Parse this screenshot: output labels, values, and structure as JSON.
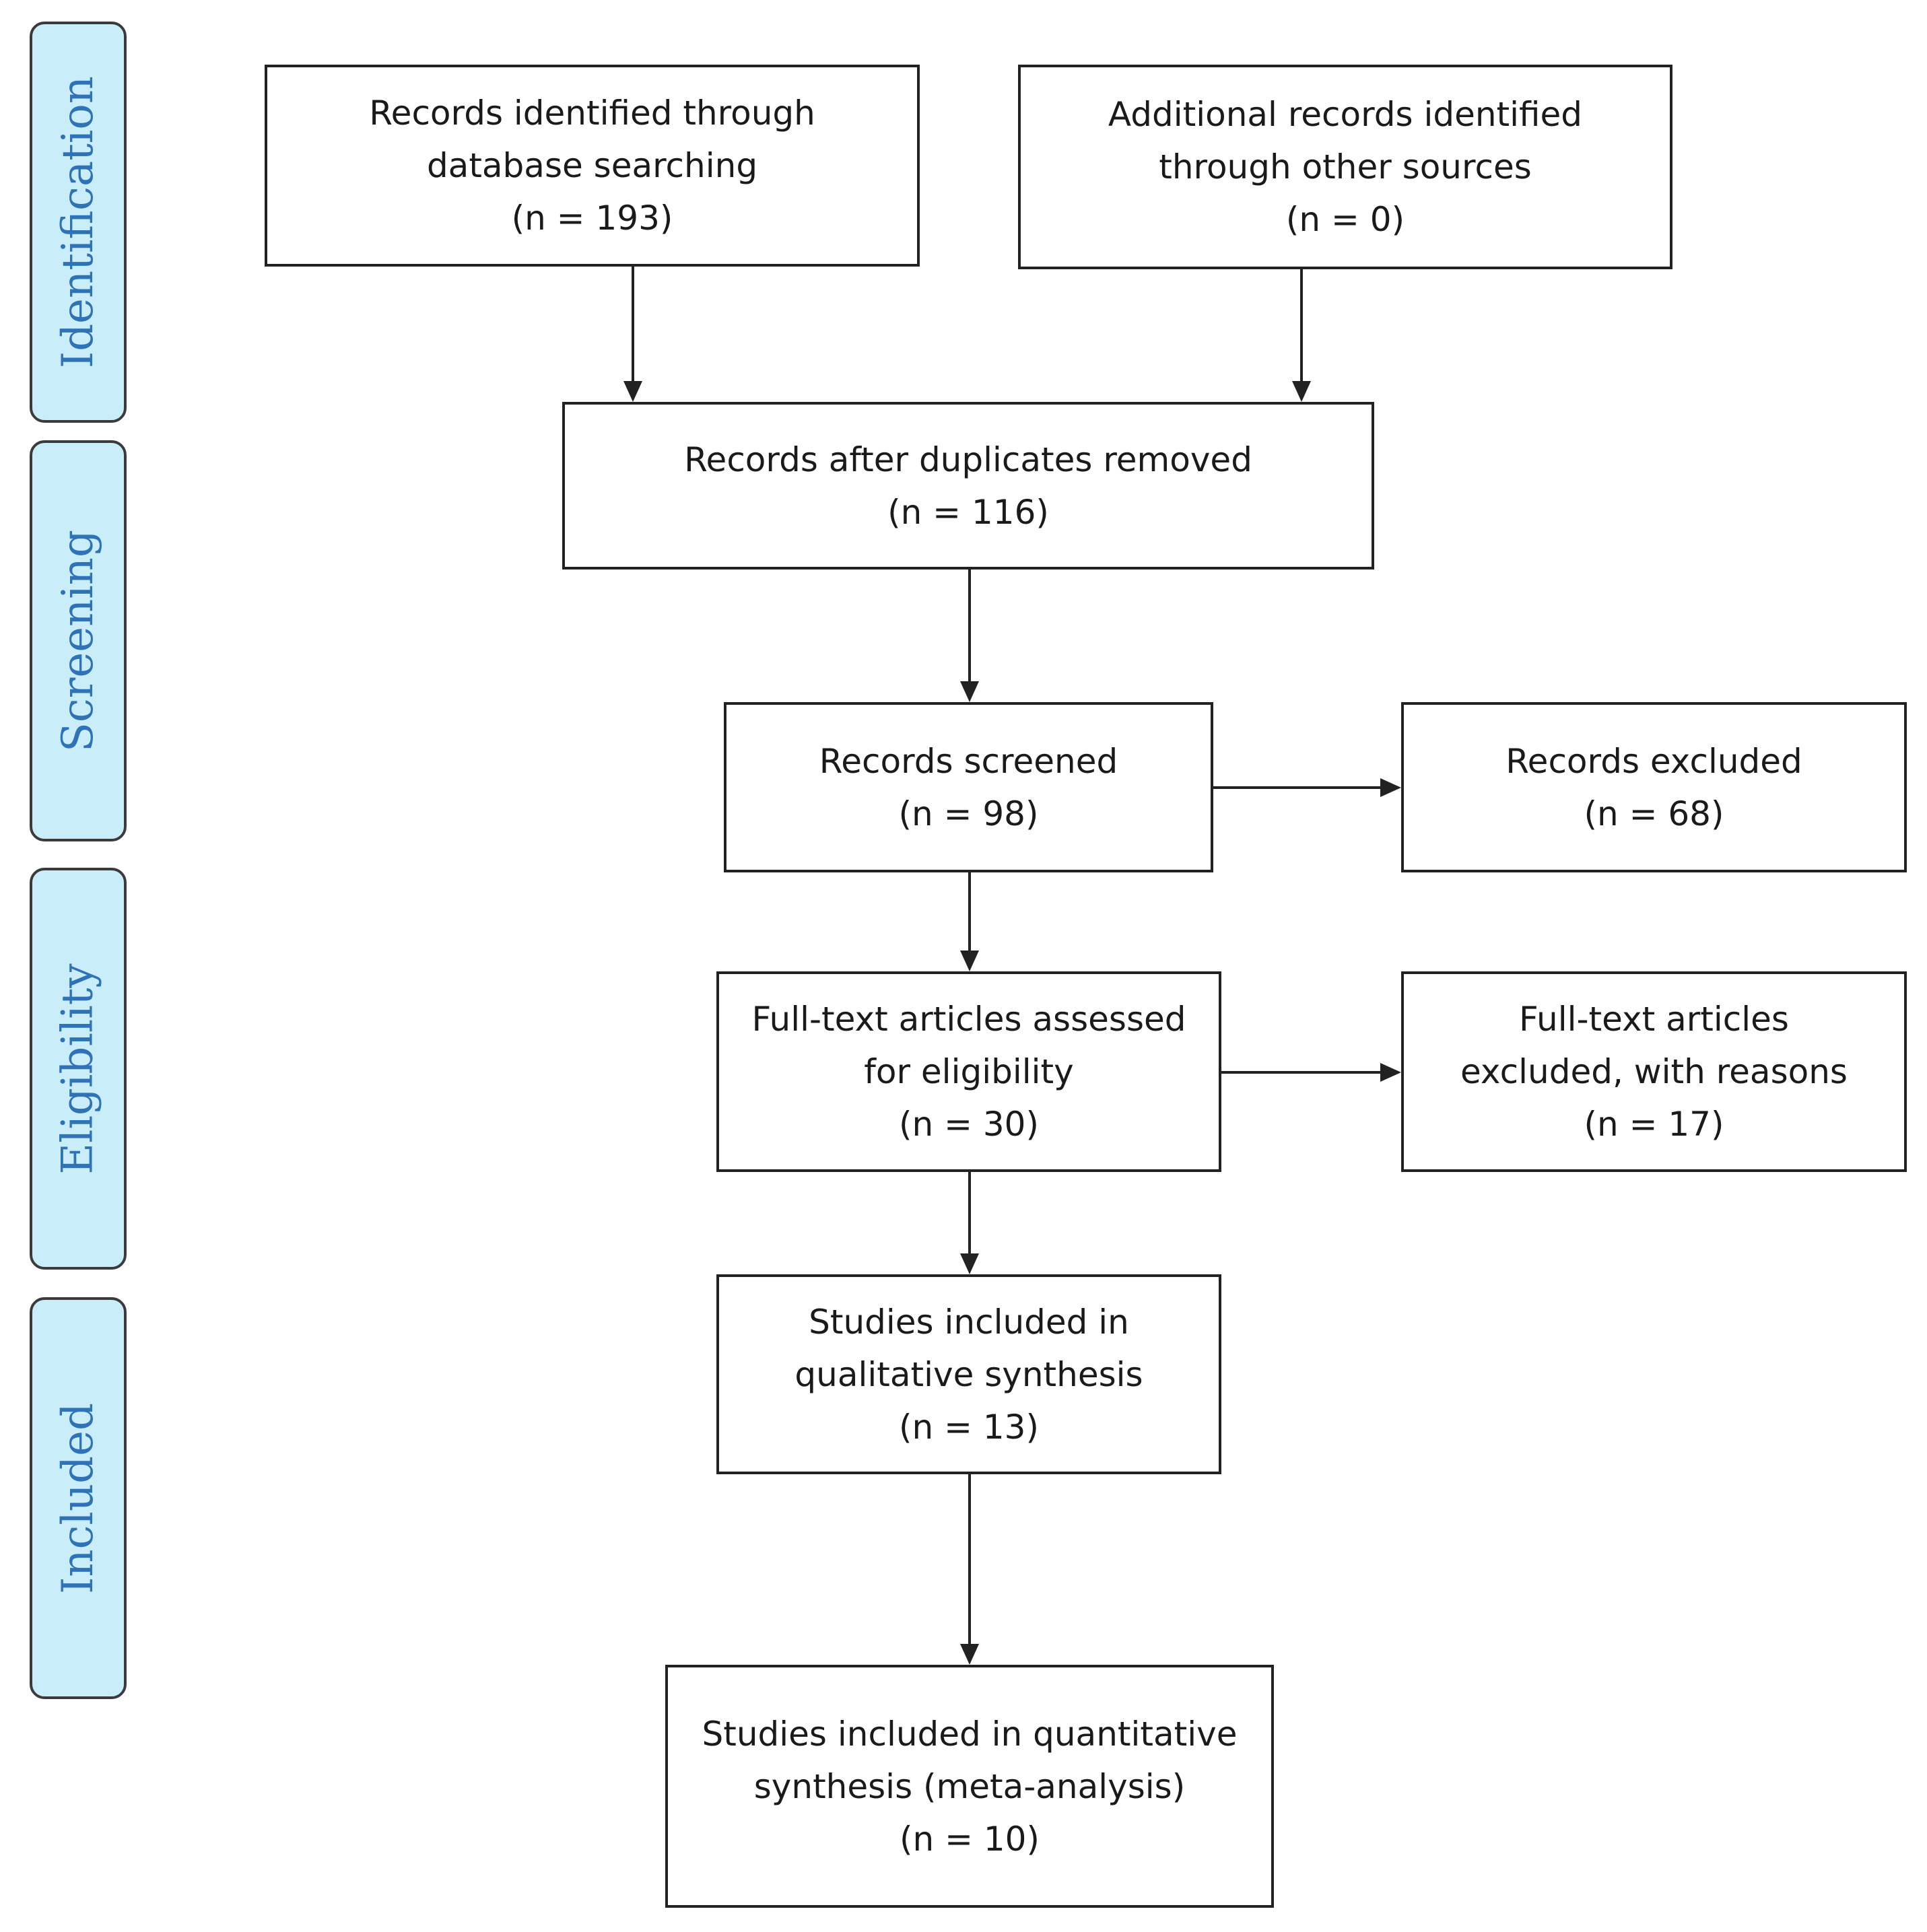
{
  "phases": {
    "identification": "Identification",
    "screening": "Screening",
    "eligibility": "Eligibility",
    "included": "Included"
  },
  "boxes": {
    "database_search": {
      "line1": "Records identified through",
      "line2": "database searching",
      "count": "(n = 193)"
    },
    "other_sources": {
      "line1": "Additional records identified",
      "line2": "through other sources",
      "count": "(n = 0)"
    },
    "duplicates_removed": {
      "line1": "Records after duplicates removed",
      "count": "(n = 116)"
    },
    "screened": {
      "line1": "Records screened",
      "count": "(n = 98)"
    },
    "excluded": {
      "line1": "Records excluded",
      "count": "(n = 68)"
    },
    "fulltext_assessed": {
      "line1": "Full-text articles assessed",
      "line2": "for eligibility",
      "count": "(n = 30)"
    },
    "fulltext_excluded": {
      "line1": "Full-text articles",
      "line2": "excluded, with reasons",
      "count": "(n = 17)"
    },
    "qualitative": {
      "line1": "Studies included in",
      "line2": "qualitative synthesis",
      "count": "(n = 13)"
    },
    "quantitative": {
      "line1": "Studies included in quantitative",
      "line2": "synthesis (meta-analysis)",
      "count": "(n = 10)"
    }
  },
  "colors": {
    "phase_fill": "#c9edf9",
    "phase_text": "#2e72b8",
    "box_border": "#222222"
  }
}
